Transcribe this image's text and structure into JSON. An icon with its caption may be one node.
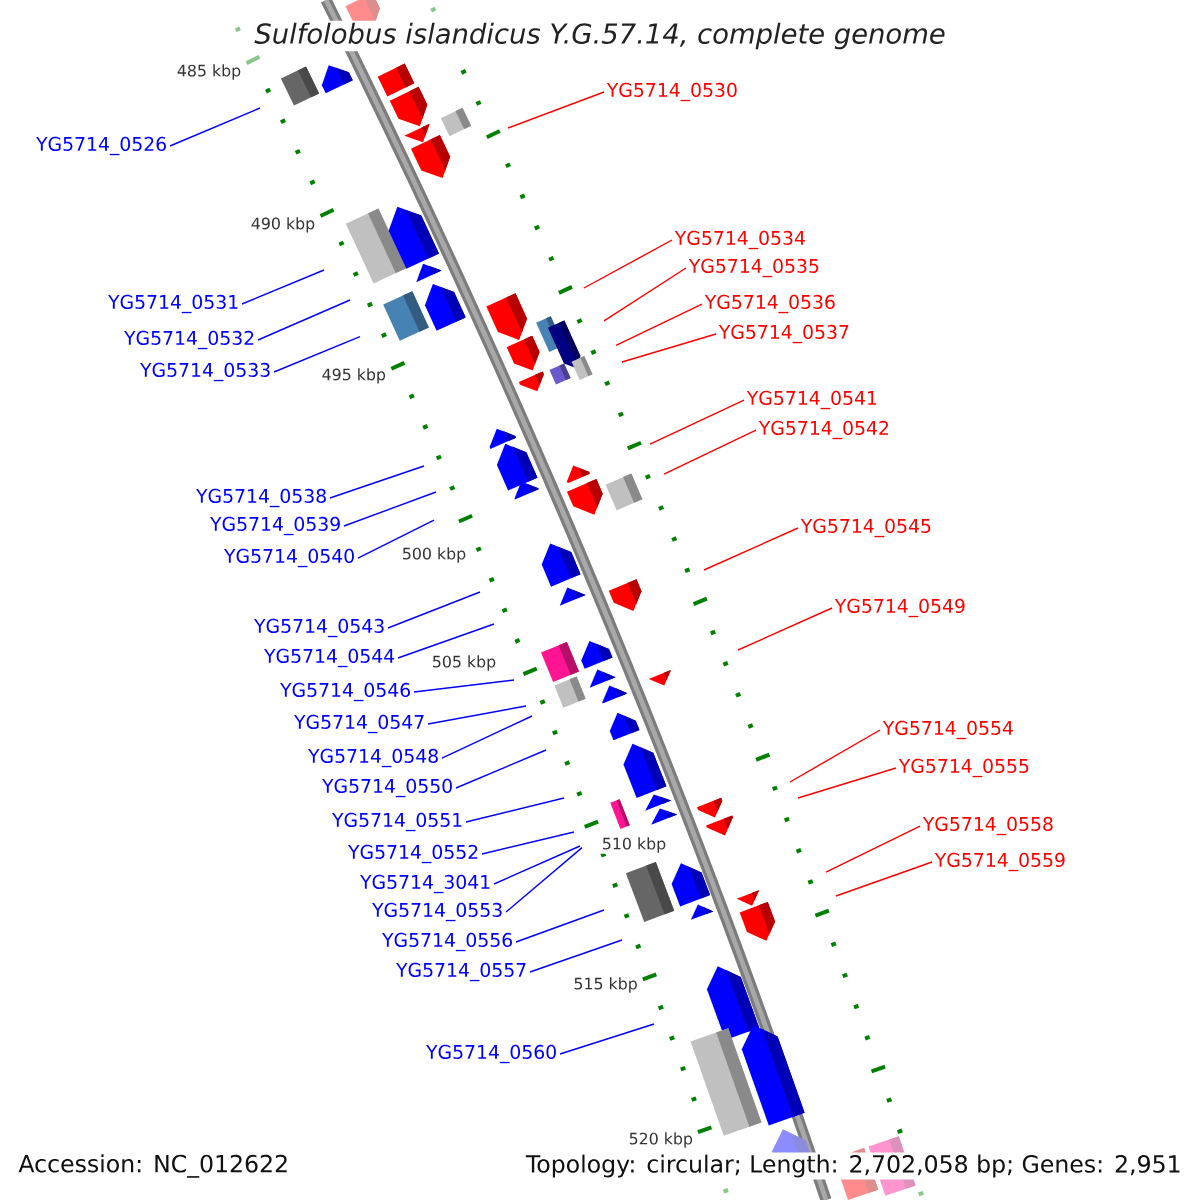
{
  "diagram": {
    "title": "Sulfolobus islandicus Y.G.57.14, complete genome",
    "nodes": [
      {
        "text": [
          "YG5714_0526"
        ]
      },
      {
        "text": [
          "YG5714_0531"
        ]
      },
      {
        "text": [
          "YG5714_0532"
        ]
      },
      {
        "text": [
          "YG5714_0533"
        ]
      },
      {
        "text": [
          "YG5714_0538"
        ]
      },
      {
        "text": [
          "YG5714_0539"
        ]
      },
      {
        "text": [
          "YG5714_0540"
        ]
      },
      {
        "text": [
          "YG5714_0543"
        ]
      },
      {
        "text": [
          "YG5714_0544"
        ]
      },
      {
        "text": [
          "YG5714_0546"
        ]
      },
      {
        "text": [
          "YG5714_0547"
        ]
      },
      {
        "text": [
          "YG5714_0548"
        ]
      },
      {
        "text": [
          "YG5714_0550"
        ]
      },
      {
        "text": [
          "YG5714_0551"
        ]
      },
      {
        "text": [
          "YG5714_0552"
        ]
      },
      {
        "text": [
          "YG5714_3041"
        ]
      },
      {
        "text": [
          "YG5714_0553"
        ]
      },
      {
        "text": [
          "YG5714_0556"
        ]
      },
      {
        "text": [
          "YG5714_0557"
        ]
      },
      {
        "text": [
          "YG5714_0560"
        ]
      },
      {
        "text": [
          "YG5714_0530"
        ]
      },
      {
        "text": [
          "YG5714_0534"
        ]
      },
      {
        "text": [
          "YG5714_0535"
        ]
      },
      {
        "text": [
          "YG5714_0536"
        ]
      },
      {
        "text": [
          "YG5714_0537"
        ]
      },
      {
        "text": [
          "YG5714_0541"
        ]
      },
      {
        "text": [
          "YG5714_0542"
        ]
      },
      {
        "text": [
          "YG5714_0545"
        ]
      },
      {
        "text": [
          "YG5714_0549"
        ]
      },
      {
        "text": [
          "YG5714_0554"
        ]
      },
      {
        "text": [
          "YG5714_0555"
        ]
      },
      {
        "text": [
          "YG5714_0558"
        ]
      },
      {
        "text": [
          "YG5714_0559"
        ]
      }
    ],
    "edges": [
      {
        "from": 0,
        "to": null,
        "arrow": "none"
      },
      {
        "from": 1,
        "to": null,
        "arrow": "none"
      },
      {
        "from": 2,
        "to": null,
        "arrow": "none"
      },
      {
        "from": 3,
        "to": null,
        "arrow": "none"
      },
      {
        "from": 4,
        "to": null,
        "arrow": "none"
      },
      {
        "from": 5,
        "to": null,
        "arrow": "none"
      },
      {
        "from": 6,
        "to": null,
        "arrow": "none"
      },
      {
        "from": 7,
        "to": null,
        "arrow": "none"
      },
      {
        "from": 8,
        "to": null,
        "arrow": "none"
      },
      {
        "from": 9,
        "to": null,
        "arrow": "none"
      },
      {
        "from": 10,
        "to": null,
        "arrow": "none"
      },
      {
        "from": 11,
        "to": null,
        "arrow": "none"
      },
      {
        "from": 12,
        "to": null,
        "arrow": "none"
      },
      {
        "from": 13,
        "to": null,
        "arrow": "none"
      },
      {
        "from": 14,
        "to": null,
        "arrow": "none"
      },
      {
        "from": 15,
        "to": null,
        "arrow": "none"
      },
      {
        "from": 16,
        "to": null,
        "arrow": "none"
      },
      {
        "from": 17,
        "to": null,
        "arrow": "none"
      },
      {
        "from": 18,
        "to": null,
        "arrow": "none"
      },
      {
        "from": 19,
        "to": null,
        "arrow": "none"
      },
      {
        "from": 20,
        "to": null,
        "arrow": "none",
        "color": "#ff0000"
      },
      {
        "from": 21,
        "to": null,
        "arrow": "none",
        "color": "#ff0000"
      },
      {
        "from": 22,
        "to": null,
        "arrow": "none",
        "color": "#ff0000"
      },
      {
        "from": 23,
        "to": null,
        "arrow": "none",
        "color": "#ff0000"
      },
      {
        "from": 24,
        "to": null,
        "arrow": "none",
        "color": "#ff0000"
      },
      {
        "from": 25,
        "to": null,
        "arrow": "none",
        "color": "#ff0000"
      },
      {
        "from": 26,
        "to": null,
        "arrow": "none",
        "color": "#ff0000"
      },
      {
        "from": 27,
        "to": null,
        "arrow": "none",
        "color": "#ff0000"
      },
      {
        "from": 28,
        "to": null,
        "arrow": "none",
        "color": "#ff0000"
      },
      {
        "from": 29,
        "to": null,
        "arrow": "none",
        "color": "#ff0000"
      },
      {
        "from": 30,
        "to": null,
        "arrow": "none",
        "color": "#ff0000"
      },
      {
        "from": 31,
        "to": null,
        "arrow": "none",
        "color": "#ff0000"
      },
      {
        "from": 32,
        "to": null,
        "arrow": "none",
        "color": "#ff0000"
      }
    ],
    "labels": [
      "485 kbp",
      "490 kbp",
      "495 kbp",
      "500 kbp",
      "505 kbp",
      "510 kbp",
      "515 kbp",
      "520 kbp",
      "Accession: NC_012622",
      "Topology: circular; Length: 2,702,058 bp; Genes: 2,951"
    ]
  }
}
